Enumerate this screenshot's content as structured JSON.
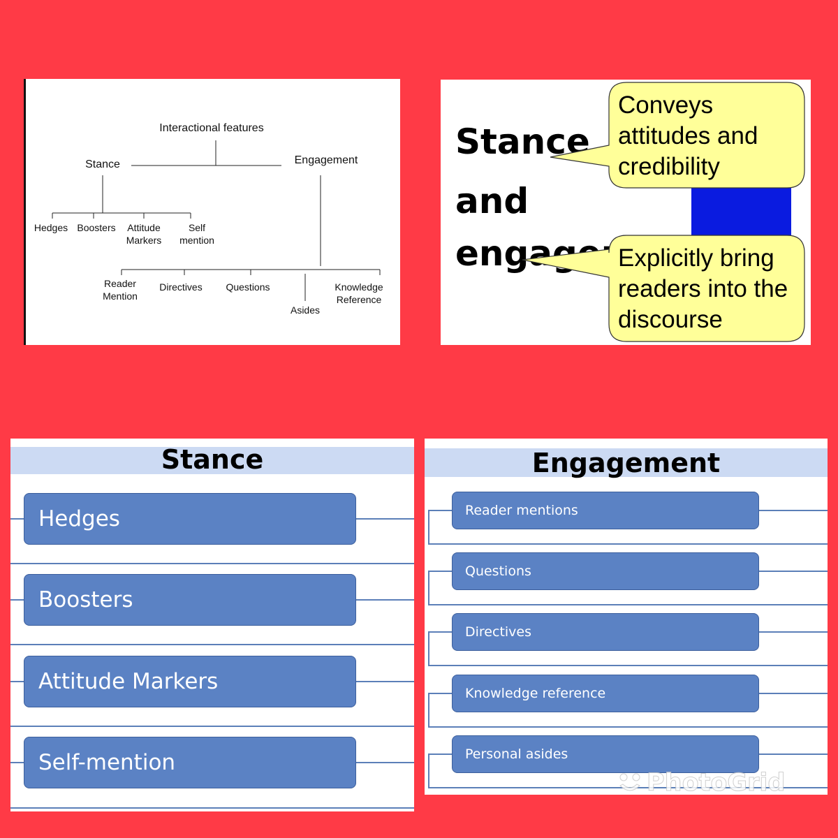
{
  "tree_diagram": {
    "root": "Interactional features",
    "stance": {
      "label": "Stance",
      "children": [
        "Hedges",
        "Boosters",
        "Attitude\nMarkers",
        "Self\nmention"
      ]
    },
    "engagement": {
      "label": "Engagement",
      "children": [
        "Reader\nMention",
        "Directives",
        "Questions",
        "Asides",
        "Knowledge\nReference"
      ]
    }
  },
  "callout_slide": {
    "title_lines": [
      "Stance",
      "and",
      "engagem"
    ],
    "callouts": [
      "Conveys\nattitudes and\ncredibility",
      "Explicitly bring\nreaders into the\ndiscourse"
    ],
    "colors": {
      "callout_fill": "#ffff99",
      "figure": "#0a1be0"
    }
  },
  "stance_list": {
    "title": "Stance",
    "items": [
      "Hedges",
      "Boosters",
      "Attitude Markers",
      "Self-mention"
    ]
  },
  "engagement_list": {
    "title": "Engagement",
    "items": [
      "Reader mentions",
      "Questions",
      "Directives",
      "Knowledge reference",
      "Personal asides"
    ]
  },
  "watermark": {
    "text": "PhotoGrid"
  },
  "colors": {
    "background": "#ff3a46",
    "box_fill": "#5b82c4",
    "header_fill": "#ccdaf3"
  }
}
